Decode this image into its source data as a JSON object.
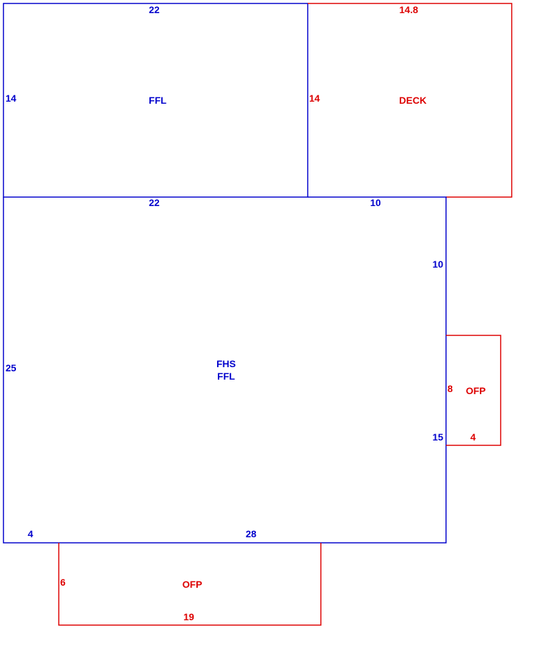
{
  "colors": {
    "living": "#0000cc",
    "addition": "#dd0000",
    "background": "#ffffff"
  },
  "areas": {
    "ffl_upper": {
      "label": "FFL",
      "dims": {
        "top": "22",
        "left": "14",
        "bottom": "22"
      }
    },
    "deck": {
      "label": "DECK",
      "dims": {
        "top": "14.8",
        "left": "14"
      }
    },
    "main": {
      "label_line1": "FHS",
      "label_line2": "FFL",
      "dims": {
        "top_right": "10",
        "right_upper": "10",
        "left": "25",
        "right_lower": "15",
        "bottom_left": "4",
        "bottom": "28"
      }
    },
    "ofp_right": {
      "label": "OFP",
      "dims": {
        "left": "8",
        "bottom": "4"
      }
    },
    "ofp_bottom": {
      "label": "OFP",
      "dims": {
        "left": "6",
        "bottom": "19"
      }
    }
  }
}
